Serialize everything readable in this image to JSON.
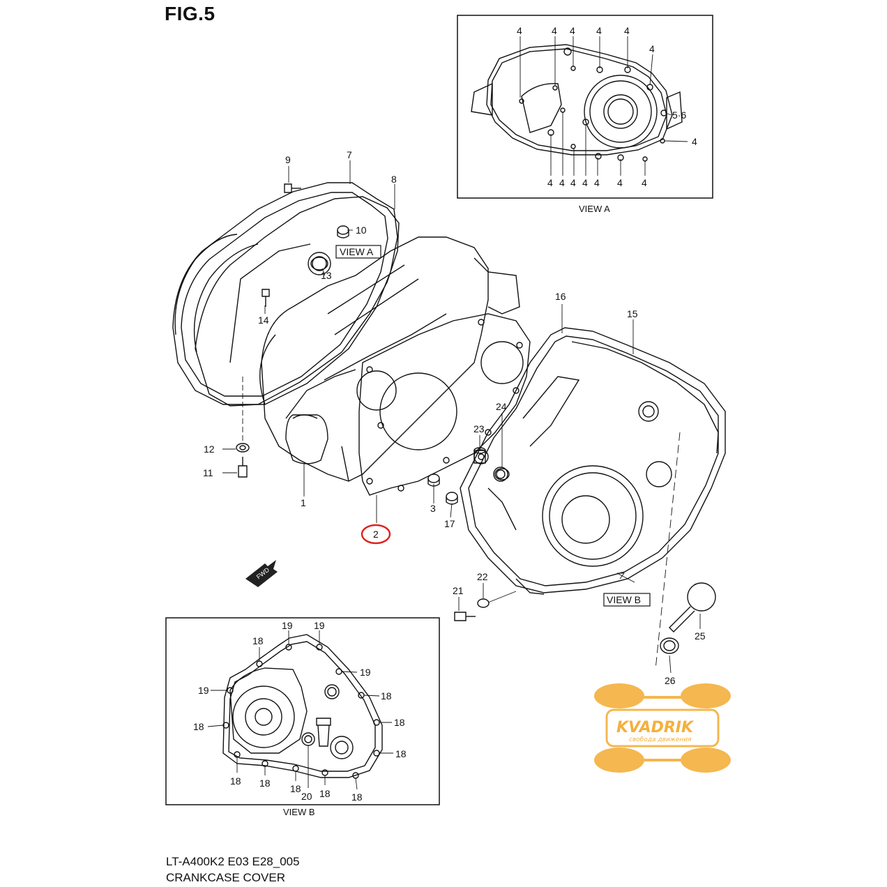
{
  "figure": {
    "title": "FIG.5"
  },
  "views": {
    "view_a_label": "VIEW A",
    "view_b_label": "VIEW B"
  },
  "callouts": {
    "c1": "1",
    "c2": "2",
    "c3": "3",
    "c7": "7",
    "c8": "8",
    "c9": "9",
    "c10": "10",
    "c11": "11",
    "c12": "12",
    "c13": "13",
    "c14": "14",
    "c15": "15",
    "c16": "16",
    "c17": "17",
    "c21": "21",
    "c22": "22",
    "c23": "23",
    "c24": "24",
    "c25": "25",
    "c26": "26"
  },
  "inset_a_labels": {
    "four": "4",
    "five_six": "5·6"
  },
  "inset_b_labels": {
    "eighteen": "18",
    "nineteen": "19",
    "twenty": "20"
  },
  "fwd_label": "FWD",
  "footer": {
    "model": "LT-A400K2 E03 E28_005",
    "name": "CRANKCASE COVER"
  },
  "watermark": {
    "brand": "KVADRIK",
    "tagline": "свобода движения",
    "color": "#f4b03c"
  },
  "highlight": {
    "part": "2",
    "color": "#e02020"
  }
}
